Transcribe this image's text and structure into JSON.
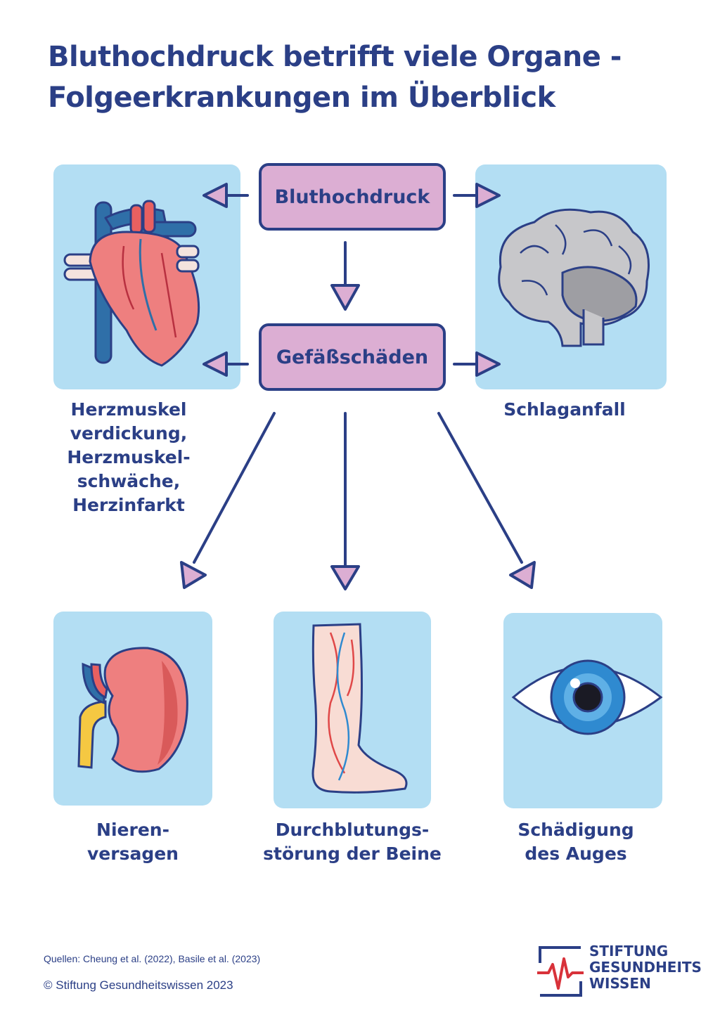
{
  "title": {
    "line1": "Bluthochdruck betrifft viele Organe -",
    "line2": "Folgeerkrankungen im Überblick"
  },
  "boxes": {
    "top": "Bluthochdruck",
    "middle": "Gefäßschäden"
  },
  "labels": {
    "heart": [
      "Herzmuskel",
      "verdickung,",
      "Herzmuskel-",
      "schwäche,",
      "Herzinfarkt"
    ],
    "brain": "Schlaganfall",
    "kidney": [
      "Nieren-",
      "versagen"
    ],
    "leg": [
      "Durchblutungs-",
      "störung der Beine"
    ],
    "eye": [
      "Schädigung",
      "des Auges"
    ]
  },
  "footer": {
    "sources": "Quellen: Cheung et al. (2022), Basile et al. (2023)",
    "copyright": "© Stiftung Gesundheitswissen 2023"
  },
  "logo": {
    "line1": "STIFTUNG",
    "line2": "GESUNDHEITS",
    "line3": "WISSEN"
  },
  "colors": {
    "navy": "#2b3f86",
    "tile_blue": "#b3def3",
    "box_pink": "#dcaed3",
    "logo_red": "#d8323a"
  }
}
